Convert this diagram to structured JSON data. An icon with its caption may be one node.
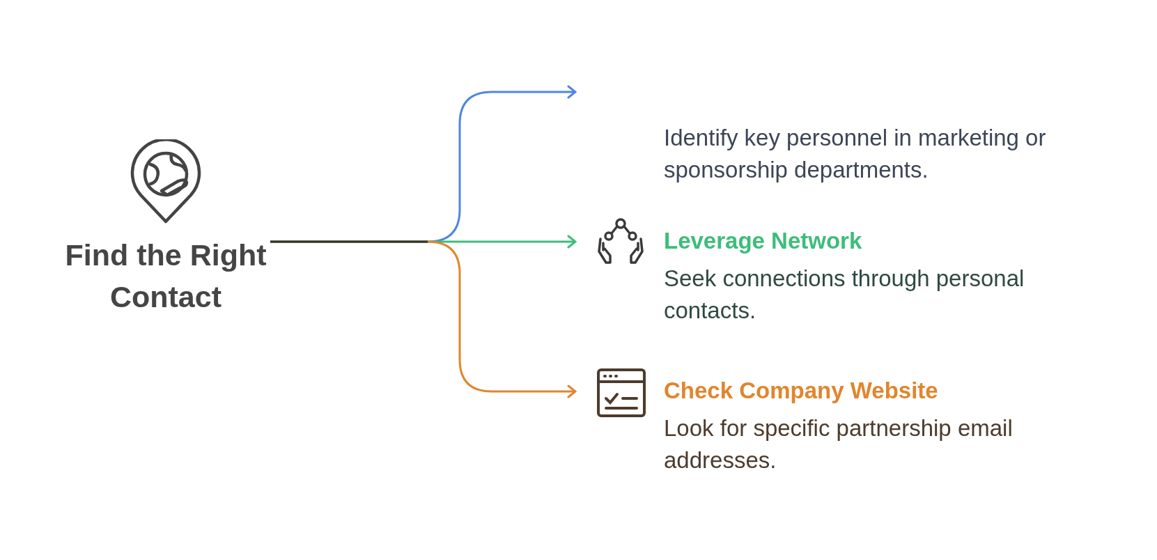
{
  "diagram": {
    "nodes": [
      {
        "text": [
          "Find the Right Contact"
        ]
      },
      {
        "text": [
          "Identify key personnel in marketing or sponsorship departments."
        ]
      },
      {
        "text": [
          "Leverage Network",
          "Seek connections through personal contacts."
        ]
      },
      {
        "text": [
          "Check Company Website",
          "Look for specific partnership email addresses."
        ]
      }
    ],
    "edges": [
      {
        "from": 0,
        "to": 1,
        "arrow": "to",
        "color": "#4f86e0"
      },
      {
        "from": 0,
        "to": 2,
        "arrow": "to",
        "color": "#3dbd7a"
      },
      {
        "from": 0,
        "to": 3,
        "arrow": "to",
        "color": "#e0862e"
      }
    ]
  }
}
